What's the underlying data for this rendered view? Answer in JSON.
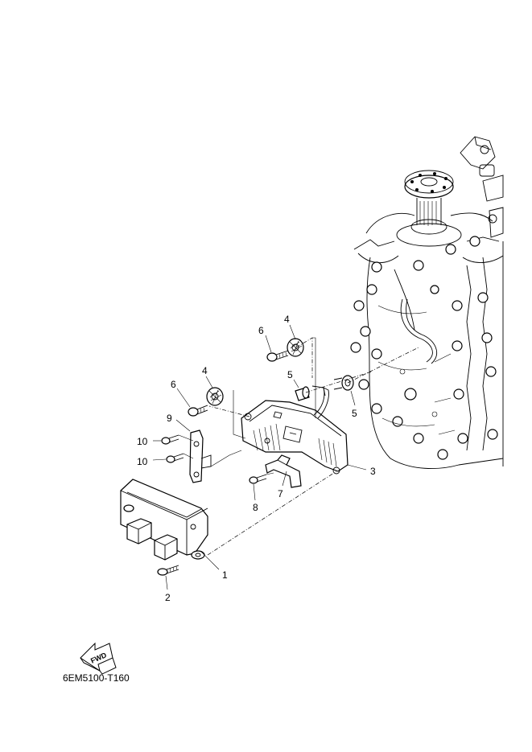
{
  "diagram_code": "6EM5100-T160",
  "fwd_label": "FWD",
  "callouts": [
    {
      "id": "c1",
      "label": "1"
    },
    {
      "id": "c2",
      "label": "2"
    },
    {
      "id": "c3",
      "label": "3"
    },
    {
      "id": "c4a",
      "label": "4"
    },
    {
      "id": "c4b",
      "label": "4"
    },
    {
      "id": "c5a",
      "label": "5"
    },
    {
      "id": "c5b",
      "label": "5"
    },
    {
      "id": "c6a",
      "label": "6"
    },
    {
      "id": "c6b",
      "label": "6"
    },
    {
      "id": "c7",
      "label": "7"
    },
    {
      "id": "c8",
      "label": "8"
    },
    {
      "id": "c9",
      "label": "9"
    },
    {
      "id": "c10a",
      "label": "10"
    },
    {
      "id": "c10b",
      "label": "10"
    }
  ]
}
